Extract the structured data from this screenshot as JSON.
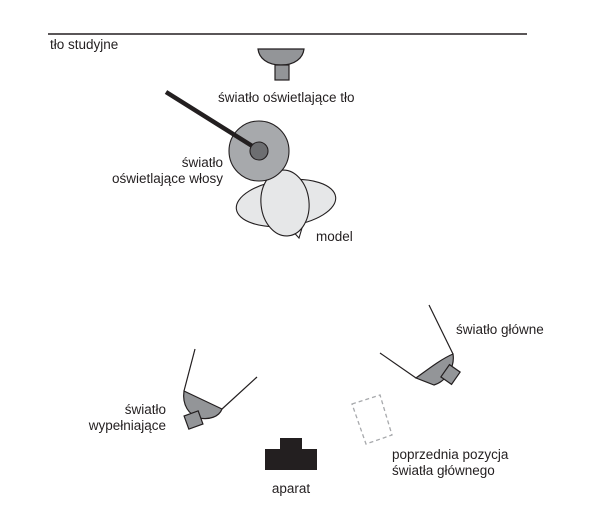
{
  "labels": {
    "backdrop": "tło studyjne",
    "background_light": "światło oświetlające tło",
    "hair_light_line1": "światło",
    "hair_light_line2": "oświetlające włosy",
    "model": "model",
    "key_light": "światło główne",
    "fill_light_line1": "światło",
    "fill_light_line2": "wypełniające",
    "previous_key_line1": "poprzednia pozycja",
    "previous_key_line2": "światła głównego",
    "camera": "aparat"
  },
  "icons": {
    "background_light": "lamp-icon",
    "hair_light": "boom-light-icon",
    "model": "person-top-view-icon",
    "key_light": "lamp-icon",
    "fill_light": "lamp-icon",
    "previous_key": "dashed-outline-icon",
    "camera": "camera-icon"
  },
  "colors": {
    "line": "#231f20",
    "lamp_gray": "#939598",
    "hair_light_gray": "#a7a9ac",
    "hair_light_center": "#6d6e71",
    "model_fill": "#e6e7e8",
    "dashed": "#a7a9ac"
  }
}
